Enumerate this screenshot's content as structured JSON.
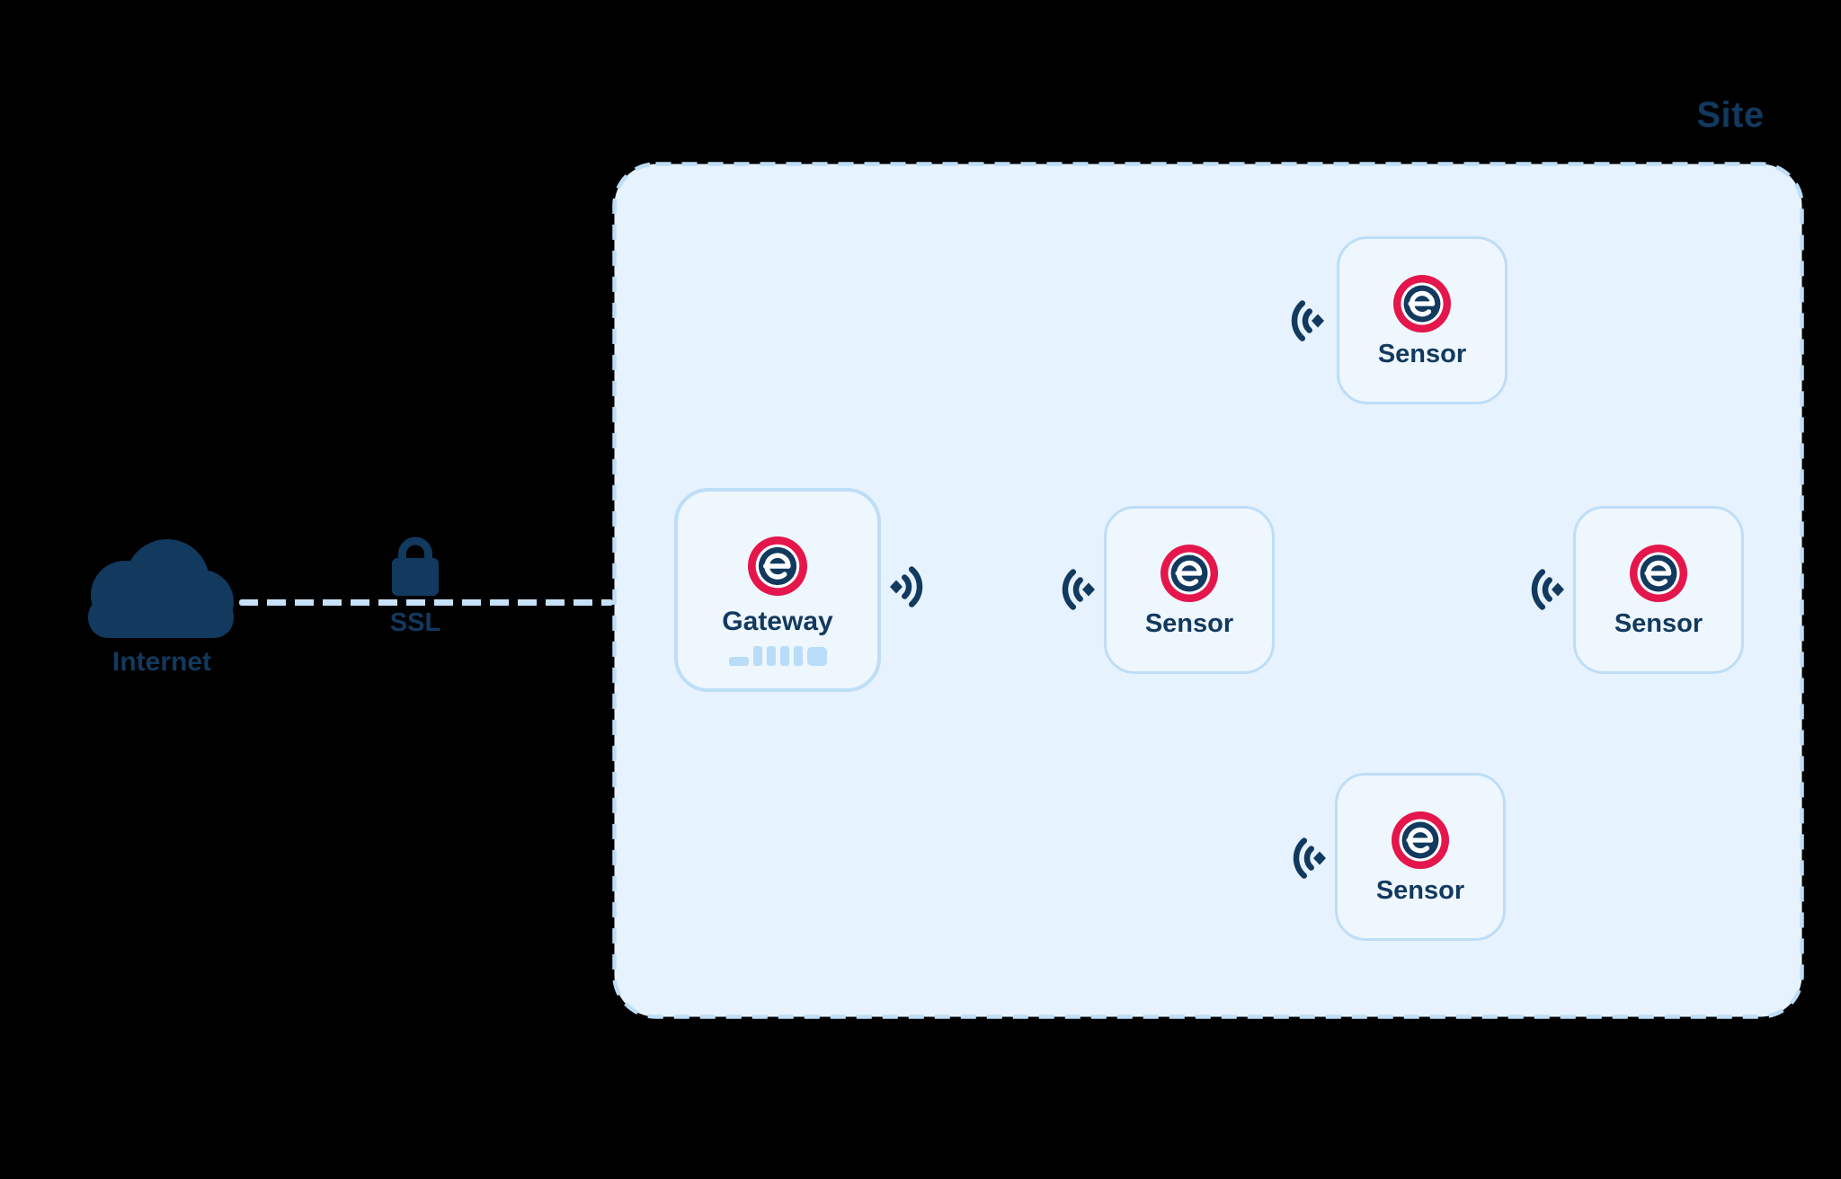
{
  "diagram": {
    "site": {
      "label": "Site"
    },
    "internet": {
      "label": "Internet"
    },
    "connection": {
      "label": "SSL"
    },
    "gateway": {
      "label": "Gateway"
    },
    "sensors": [
      {
        "label": "Sensor"
      },
      {
        "label": "Sensor"
      },
      {
        "label": "Sensor"
      },
      {
        "label": "Sensor"
      }
    ]
  },
  "icons": {
    "cloud": "internet-cloud-icon",
    "padlock": "ssl-padlock-icon",
    "brand_logo": "e-brand-logo-icon",
    "wireless": "wireless-signal-icon",
    "signal_bars": "signal-strength-bars"
  },
  "colors": {
    "background": "#000000",
    "navy": "#12395E",
    "red": "#E4164B",
    "site_fill": "#E6F2FD",
    "card_fill": "#EEF6FE",
    "card_border": "#BEDDF7",
    "dash_line": "#C7E1F8",
    "bars_blue": "#B9DCF9"
  }
}
